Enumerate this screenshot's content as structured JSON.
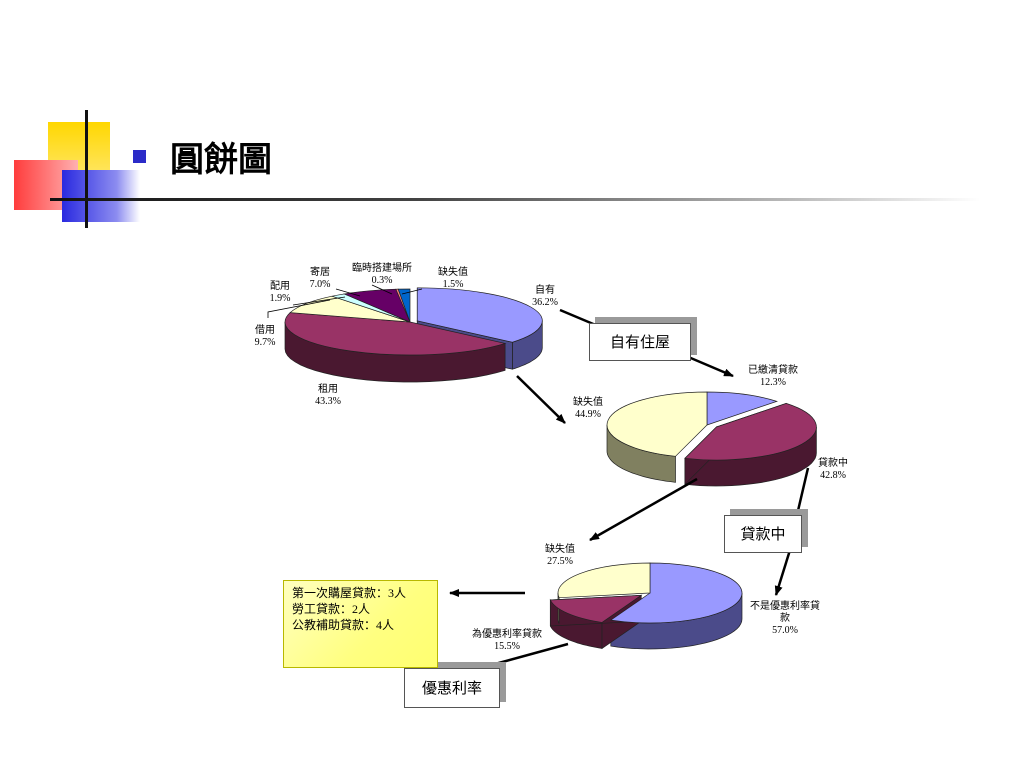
{
  "slide": {
    "title": "圓餅圖"
  },
  "boxes": {
    "self_owned": "自有住屋",
    "loan": "貸款中",
    "preferential": "優惠利率"
  },
  "note_lines": [
    "第一次購屋貸款：3人",
    "勞工貸款：2人",
    "公教補助貸款：4人"
  ],
  "colors": {
    "accent_blue": "#2b2bc8",
    "note_bg": "#ffff80"
  },
  "chart_data": [
    {
      "type": "pie",
      "title": "",
      "slices": [
        {
          "label": "自有",
          "value": 36.2,
          "pct": "36.2%",
          "color": "#9999ff",
          "side": "#4b4b8a",
          "explode": true
        },
        {
          "label": "租用",
          "value": 43.3,
          "pct": "43.3%",
          "color": "#993366",
          "side": "#4a1830",
          "explode": false
        },
        {
          "label": "借用",
          "value": 9.7,
          "pct": "9.7%",
          "color": "#ffffcc",
          "side": "#999977",
          "explode": false
        },
        {
          "label": "配用",
          "value": 1.9,
          "pct": "1.9%",
          "color": "#ccffff",
          "side": "#6b8f8f",
          "explode": false
        },
        {
          "label": "寄居",
          "value": 7.0,
          "pct": "7.0%",
          "color": "#660066",
          "side": "#300030",
          "explode": false
        },
        {
          "label": "臨時搭建場所",
          "value": 0.3,
          "pct": "0.3%",
          "color": "#ff8080",
          "side": "#8a4040",
          "explode": false
        },
        {
          "label": "缺失值",
          "value": 1.5,
          "pct": "1.5%",
          "color": "#0066cc",
          "side": "#003366",
          "explode": false
        }
      ]
    },
    {
      "type": "pie",
      "title": "",
      "slices": [
        {
          "label": "已繳清貸款",
          "value": 12.3,
          "pct": "12.3%",
          "color": "#9999ff",
          "side": "#4b4b8a",
          "explode": false
        },
        {
          "label": "貸款中",
          "value": 42.8,
          "pct": "42.8%",
          "color": "#993366",
          "side": "#4a1830",
          "explode": true
        },
        {
          "label": "缺失值",
          "value": 44.9,
          "pct": "44.9%",
          "color": "#ffffcc",
          "side": "#808060",
          "explode": false
        }
      ]
    },
    {
      "type": "pie",
      "title": "",
      "slices": [
        {
          "label": "不是優惠利率貸款",
          "value": 57.0,
          "pct": "57.0%",
          "color": "#9999ff",
          "side": "#4b4b8a",
          "explode": false
        },
        {
          "label": "為優惠利率貸款",
          "value": 15.5,
          "pct": "15.5%",
          "color": "#993366",
          "side": "#4a1830",
          "explode": true
        },
        {
          "label": "缺失值",
          "value": 27.5,
          "pct": "27.5%",
          "color": "#ffffcc",
          "side": "#808060",
          "explode": false
        }
      ]
    }
  ]
}
